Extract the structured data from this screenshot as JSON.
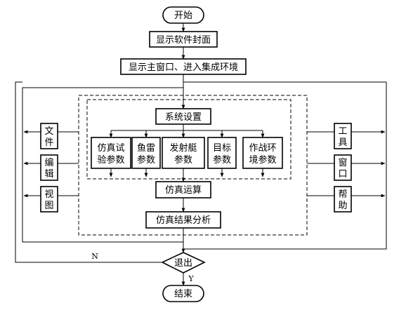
{
  "nodes": {
    "start": "开始",
    "cover": "显示软件封面",
    "main_window": "显示主窗口、进入集成环境",
    "system_settings": "系统设置",
    "sim_params_l1": "仿真试",
    "sim_params_l2": "验参数",
    "torpedo_l1": "鱼雷",
    "torpedo_l2": "参数",
    "launcher_l1": "发射艇",
    "launcher_l2": "参数",
    "target_l1": "目标",
    "target_l2": "参数",
    "combat_l1": "作战环",
    "combat_l2": "境参数",
    "sim_run": "仿真运算",
    "sim_analysis": "仿真结果分析",
    "exit": "退出",
    "end": "结束"
  },
  "menus": {
    "file": [
      "文",
      "件"
    ],
    "edit": [
      "编",
      "辑"
    ],
    "view": [
      "视",
      "图"
    ],
    "tools": [
      "工",
      "具"
    ],
    "window": [
      "窗",
      "口"
    ],
    "help": [
      "帮",
      "助"
    ]
  },
  "edge_labels": {
    "no": "N",
    "yes": "Y"
  }
}
